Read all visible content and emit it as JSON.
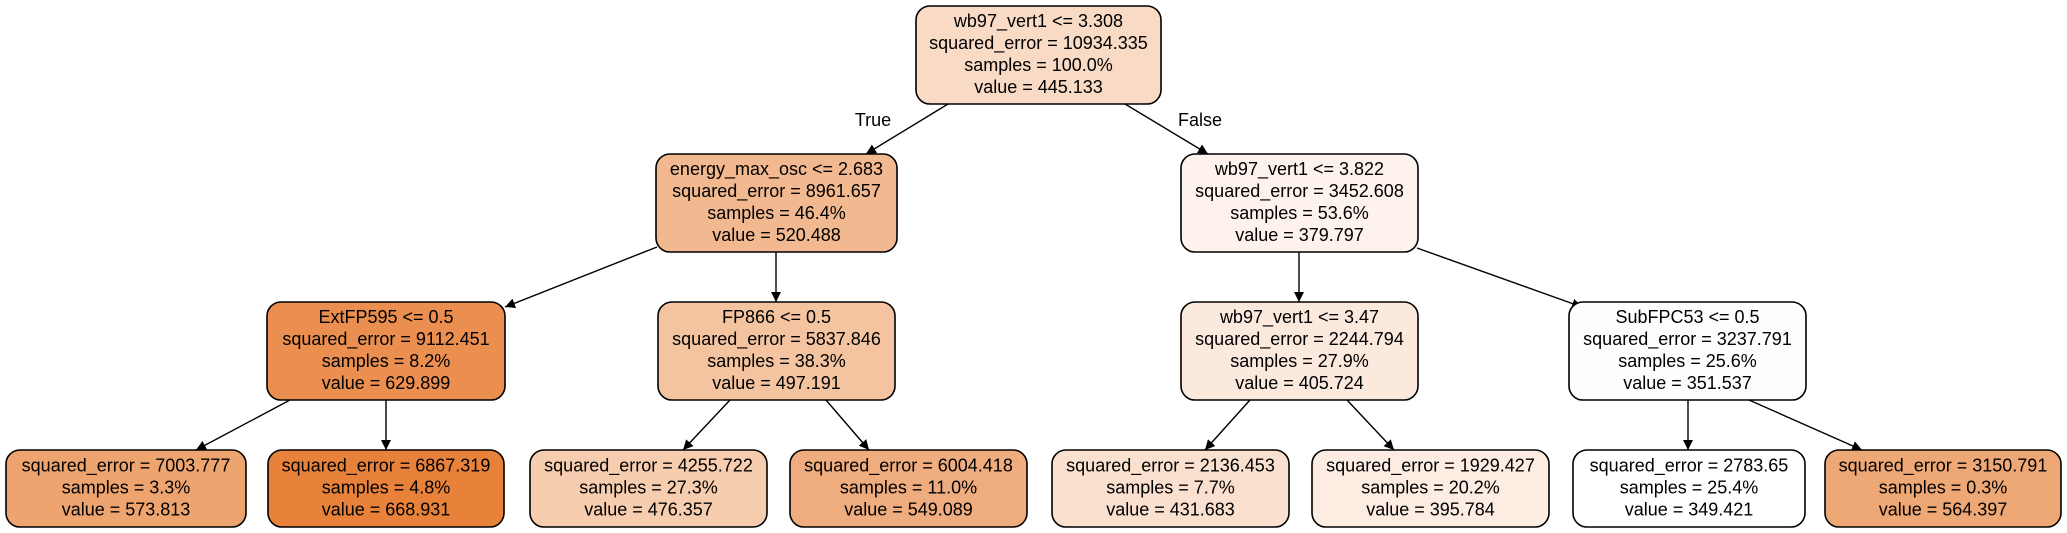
{
  "tree": {
    "nodes": [
      {
        "id": "n0",
        "lines": [
          "wb97_vert1 <= 3.308",
          "squared_error = 10934.335",
          "samples = 100.0%",
          "value = 445.133"
        ],
        "fill": "#f8dac5"
      },
      {
        "id": "n1",
        "lines": [
          "energy_max_osc <= 2.683",
          "squared_error = 8961.657",
          "samples = 46.4%",
          "value = 520.488"
        ],
        "fill": "#f2b991"
      },
      {
        "id": "n2",
        "lines": [
          "wb97_vert1 <= 3.822",
          "squared_error = 3452.608",
          "samples = 53.6%",
          "value = 379.797"
        ],
        "fill": "#fdf2ec"
      },
      {
        "id": "n3",
        "lines": [
          "ExtFP595 <= 0.5",
          "squared_error = 9112.451",
          "samples = 8.2%",
          "value = 629.899"
        ],
        "fill": "#ea8f4f"
      },
      {
        "id": "n4",
        "lines": [
          "FP866 <= 0.5",
          "squared_error = 5837.846",
          "samples = 38.3%",
          "value = 497.191"
        ],
        "fill": "#f4c4a0"
      },
      {
        "id": "n5",
        "lines": [
          "wb97_vert1 <= 3.47",
          "squared_error = 2244.794",
          "samples = 27.9%",
          "value = 405.724"
        ],
        "fill": "#fbe9de"
      },
      {
        "id": "n6",
        "lines": [
          "SubFPC53 <= 0.5",
          "squared_error = 3237.791",
          "samples = 25.6%",
          "value = 351.537"
        ],
        "fill": "#fefdfc"
      },
      {
        "id": "n7",
        "lines": [
          "squared_error = 7003.777",
          "samples = 3.3%",
          "value = 573.813"
        ],
        "fill": "#eda46f"
      },
      {
        "id": "n8",
        "lines": [
          "squared_error = 6867.319",
          "samples = 4.8%",
          "value = 668.931"
        ],
        "fill": "#e8823a"
      },
      {
        "id": "n9",
        "lines": [
          "squared_error = 4255.722",
          "samples = 27.3%",
          "value = 476.357"
        ],
        "fill": "#f6cdae"
      },
      {
        "id": "n10",
        "lines": [
          "squared_error = 6004.418",
          "samples = 11.0%",
          "value = 549.089"
        ],
        "fill": "#efac7e"
      },
      {
        "id": "n11",
        "lines": [
          "squared_error = 2136.453",
          "samples = 7.7%",
          "value = 431.683"
        ],
        "fill": "#f9e0cf"
      },
      {
        "id": "n12",
        "lines": [
          "squared_error = 1929.427",
          "samples = 20.2%",
          "value = 395.784"
        ],
        "fill": "#fcece2"
      },
      {
        "id": "n13",
        "lines": [
          "squared_error = 2783.65",
          "samples = 25.4%",
          "value = 349.421"
        ],
        "fill": "#ffffff"
      },
      {
        "id": "n14",
        "lines": [
          "squared_error = 3150.791",
          "samples = 0.3%",
          "value = 564.397"
        ],
        "fill": "#eea876"
      }
    ],
    "edges": [
      {
        "from": "n0",
        "to": "n1",
        "label": "True"
      },
      {
        "from": "n0",
        "to": "n2",
        "label": "False"
      },
      {
        "from": "n1",
        "to": "n3",
        "label": ""
      },
      {
        "from": "n1",
        "to": "n4",
        "label": ""
      },
      {
        "from": "n2",
        "to": "n5",
        "label": ""
      },
      {
        "from": "n2",
        "to": "n6",
        "label": ""
      },
      {
        "from": "n3",
        "to": "n7",
        "label": ""
      },
      {
        "from": "n3",
        "to": "n8",
        "label": ""
      },
      {
        "from": "n4",
        "to": "n9",
        "label": ""
      },
      {
        "from": "n4",
        "to": "n10",
        "label": ""
      },
      {
        "from": "n5",
        "to": "n11",
        "label": ""
      },
      {
        "from": "n5",
        "to": "n12",
        "label": ""
      },
      {
        "from": "n6",
        "to": "n13",
        "label": ""
      },
      {
        "from": "n6",
        "to": "n14",
        "label": ""
      }
    ]
  }
}
